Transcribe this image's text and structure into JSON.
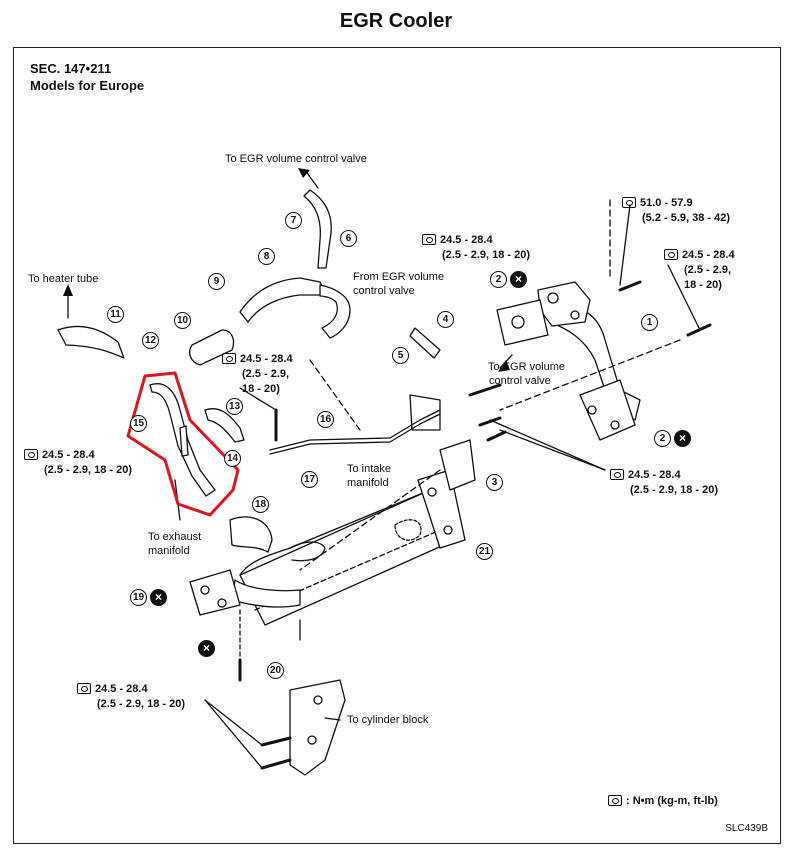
{
  "title": "EGR Cooler",
  "section": "SEC. 147•211",
  "models": "Models for Europe",
  "labels": {
    "to_egr_valve_top": "To EGR volume control valve",
    "to_heater_tube": "To heater tube",
    "from_egr_valve_1": "From EGR volume",
    "from_egr_valve_2": "control valve",
    "to_egr_valve_mid_1": "To EGR volume",
    "to_egr_valve_mid_2": "control valve",
    "to_intake_1": "To intake",
    "to_intake_2": "manifold",
    "to_exhaust_1": "To exhaust",
    "to_exhaust_2": "manifold",
    "to_cyl_block": "To cylinder block"
  },
  "torques": {
    "t1": {
      "main": "51.0 - 57.9",
      "sub": "(5.2 - 5.9, 38 - 42)"
    },
    "t2": {
      "main": "24.5 - 28.4",
      "sub1": "(2.5 - 2.9,",
      "sub2": "18 - 20)"
    },
    "t3": {
      "main": "24.5 - 28.4",
      "sub": "(2.5 - 2.9, 18 - 20)"
    },
    "t4": {
      "main": "24.5 - 28.4",
      "sub1": "(2.5 - 2.9,",
      "sub2": "18 - 20)"
    },
    "t5": {
      "main": "24.5 - 28.4",
      "sub": "(2.5 - 2.9, 18 - 20)"
    },
    "t6": {
      "main": "24.5 - 28.4",
      "sub": "(2.5 - 2.9, 18 - 20)"
    },
    "t7": {
      "main": "24.5 - 28.4",
      "sub": "(2.5 - 2.9, 18 - 20)"
    }
  },
  "callouts": [
    "1",
    "2",
    "3",
    "4",
    "5",
    "6",
    "7",
    "8",
    "9",
    "10",
    "11",
    "12",
    "13",
    "14",
    "15",
    "16",
    "17",
    "18",
    "19",
    "20",
    "21",
    "2"
  ],
  "legend": ": N•m (kg-m, ft-lb)",
  "figure_code": "SLC439B",
  "highlight_color": "#e0141e"
}
